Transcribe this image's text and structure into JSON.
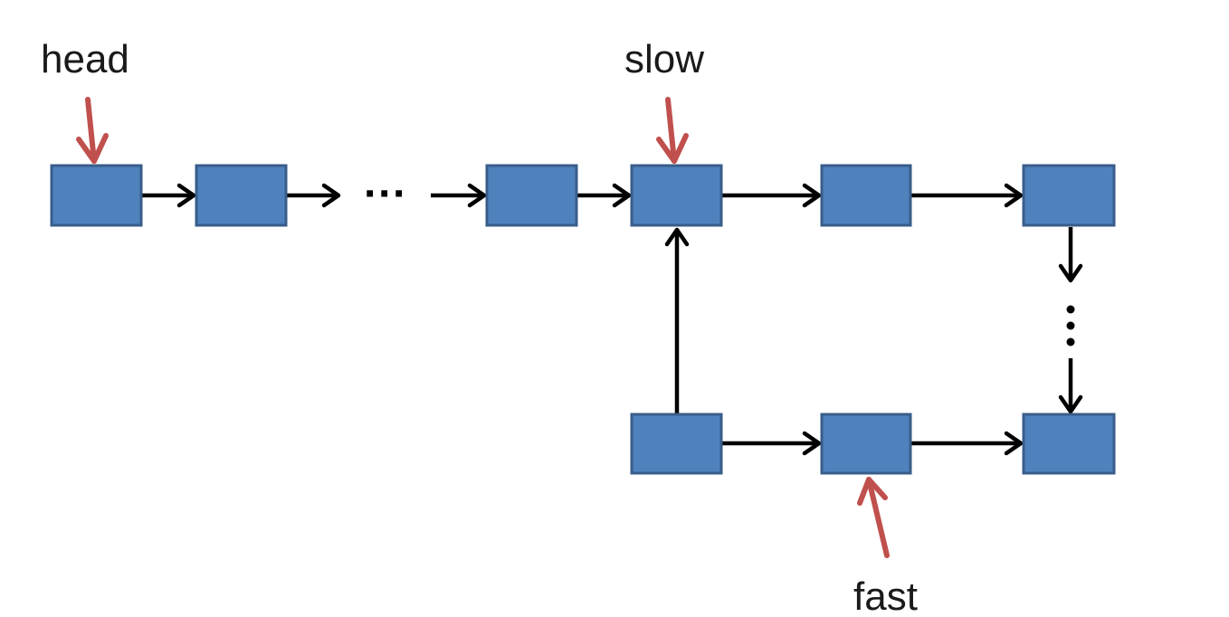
{
  "labels": {
    "head": "head",
    "slow": "slow",
    "fast": "fast",
    "ellipsis": "···"
  },
  "colors": {
    "node_fill": "#4f81bd",
    "node_stroke": "#385d8a",
    "pointer": "#c0504d",
    "link": "#000000"
  }
}
